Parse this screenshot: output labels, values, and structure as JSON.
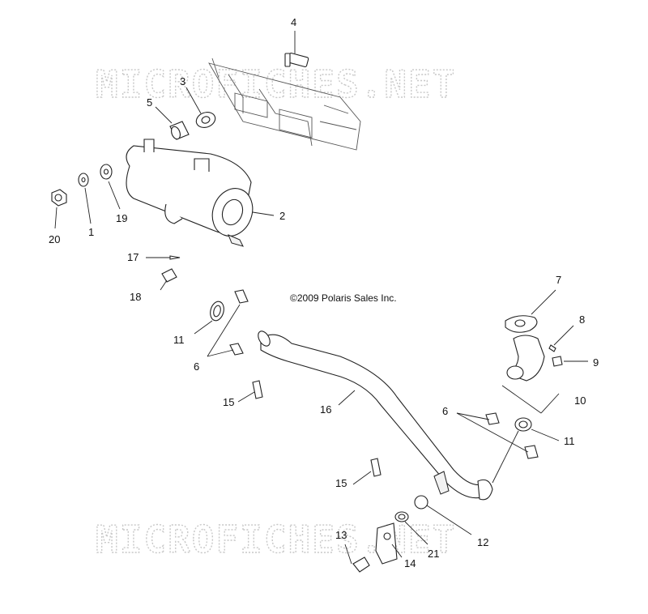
{
  "watermark": {
    "text": "MICROFICHES.NET"
  },
  "copyright": "©2009 Polaris Sales Inc.",
  "callouts": {
    "c1": "1",
    "c2": "2",
    "c3": "3",
    "c4": "4",
    "c5": "5",
    "c6a": "6",
    "c6b": "6",
    "c7": "7",
    "c8": "8",
    "c9": "9",
    "c10": "10",
    "c11a": "11",
    "c11b": "11",
    "c12": "12",
    "c13": "13",
    "c14": "14",
    "c15a": "15",
    "c15b": "15",
    "c16": "16",
    "c17": "17",
    "c18": "18",
    "c19": "19",
    "c20": "20",
    "c21": "21"
  }
}
